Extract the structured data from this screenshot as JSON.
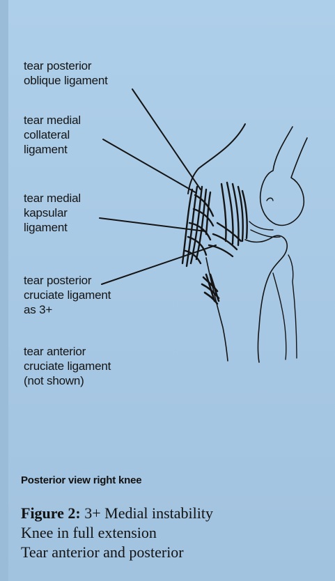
{
  "annotations": [
    {
      "id": "posterior-oblique",
      "lines": [
        "tear posterior",
        "oblique ligament"
      ]
    },
    {
      "id": "medial-collateral",
      "lines": [
        "tear medial",
        "collateral",
        "ligament"
      ]
    },
    {
      "id": "medial-kapsular",
      "lines": [
        "tear medial",
        "kapsular",
        "ligament"
      ]
    },
    {
      "id": "posterior-cruciate",
      "lines": [
        "tear posterior",
        "cruciate ligament",
        "as 3+"
      ]
    },
    {
      "id": "anterior-cruciate",
      "lines": [
        "tear anterior",
        "cruciate ligament",
        "(not shown)"
      ]
    }
  ],
  "caption": {
    "heading": "Posterior view right knee",
    "figure_label": "Figure 2:",
    "lines": [
      "3+ Medial instability",
      "Knee in full extension",
      "Tear anterior and posterior"
    ]
  },
  "colors": {
    "background": "#a9cbe6",
    "ink": "#141414"
  }
}
